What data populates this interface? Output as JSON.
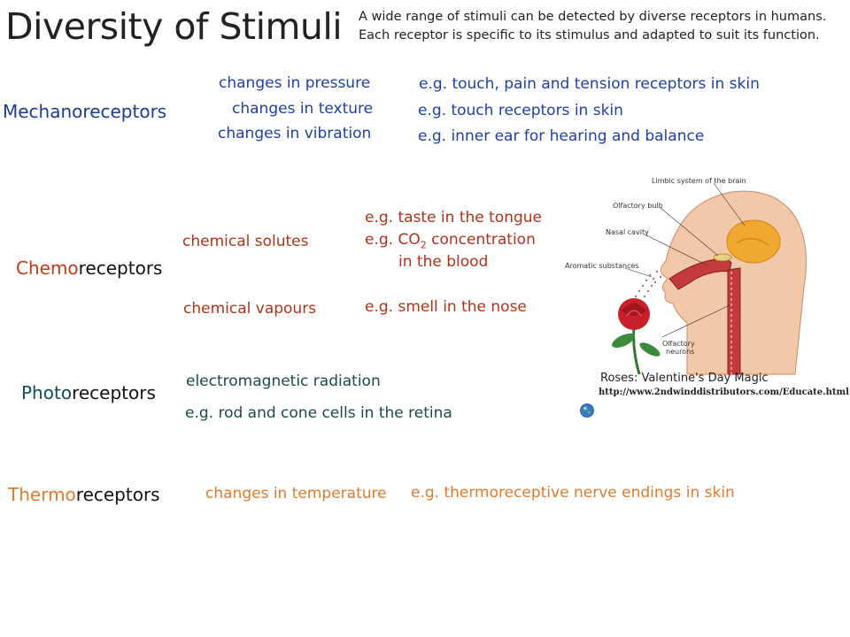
{
  "title": "Diversity of Stimuli",
  "intro": {
    "line1": "A wide range of stimuli can be detected by diverse receptors in humans.",
    "line2": "Each receptor is specific to its stimulus and adapted to suit its function."
  },
  "mechano": {
    "prefix": "Mechano",
    "suffix": "receptors",
    "stimuli": [
      "changes in pressure",
      "changes in texture",
      "changes in vibration"
    ],
    "examples": [
      "e.g. touch, pain and tension receptors in skin",
      "e.g. touch receptors in skin",
      "e.g. inner ear for hearing and balance"
    ]
  },
  "chemo": {
    "prefix": "Chemo",
    "suffix": "receptors",
    "stimuli": [
      "chemical solutes",
      "chemical vapours"
    ],
    "examples": {
      "taste": "e.g. taste in the tongue",
      "co2_pre": "e.g. CO",
      "co2_sub": "2",
      "co2_post": " concentration",
      "blood": "in the blood",
      "smell": "e.g. smell in the nose"
    }
  },
  "photo": {
    "prefix": "Photo",
    "suffix": "receptors",
    "stimulus": "electromagnetic radiation",
    "example": "e.g. rod and cone cells in the retina"
  },
  "thermo": {
    "prefix": "Thermo",
    "suffix": "receptors",
    "stimulus": "changes in temperature",
    "example": "e.g. thermoreceptive nerve endings in skin"
  },
  "image": {
    "labels": {
      "limbic": "Limbic system of the brain",
      "bulb": "Olfactory bulb",
      "cavity": "Nasal cavity",
      "aromatic": "Aromatic substances",
      "neurons1": "Olfactory",
      "neurons2": "neurons"
    },
    "caption": "Roses: Valentine's Day Magic",
    "url": "http://www.2ndwinddistributors.com/Educate.html"
  },
  "colors": {
    "mechano": "#1f3fa8",
    "chemo": "#b0321a",
    "photo": "#1c4a4a",
    "thermo": "#e07a2a"
  },
  "icons": [
    "globe-icon"
  ]
}
